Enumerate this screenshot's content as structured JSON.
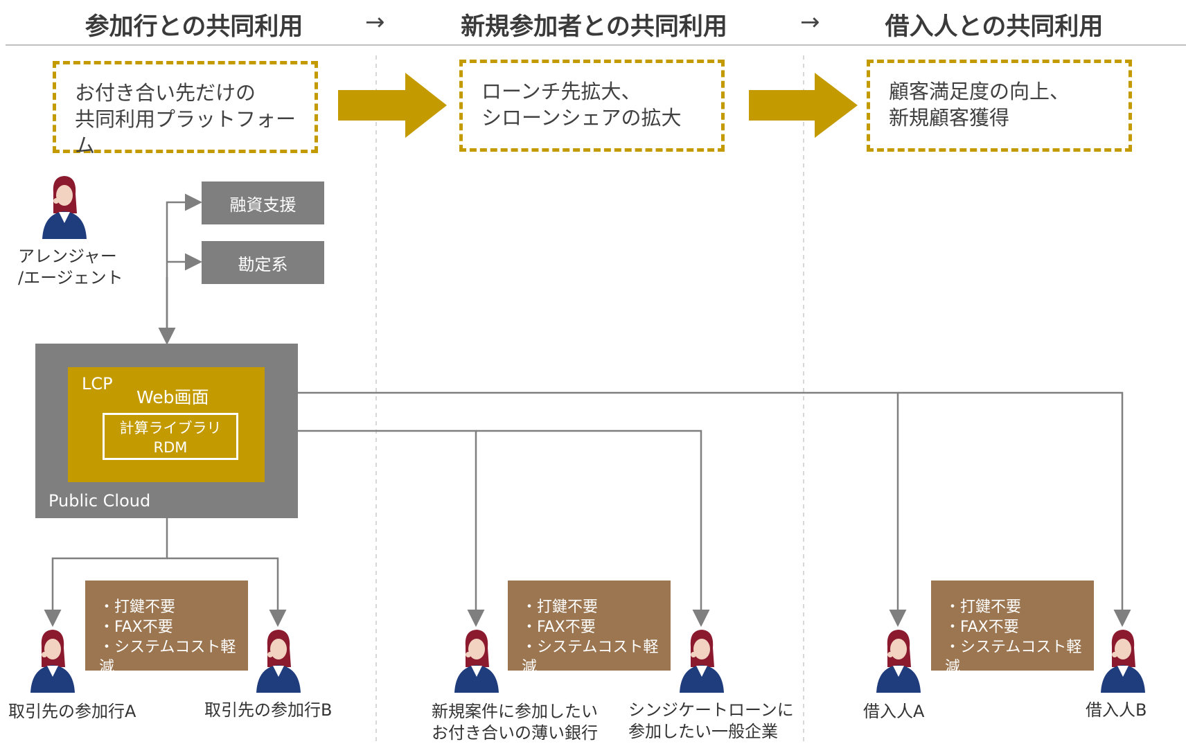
{
  "header": {
    "phase1": "参加行との共同利用",
    "phase2": "新規参加者との共同利用",
    "phase3": "借入人との共同利用",
    "arrow": "→"
  },
  "goals": {
    "goal1": "お付き合い先だけの\n共同利用プラットフォーム",
    "goal2": "ローンチ先拡大、\nシローンシェアの拡大",
    "goal3": "顧客満足度の向上、\n新規顧客獲得"
  },
  "arranger": {
    "label": "アレンジャー\n/エージェント"
  },
  "systems": {
    "financing": "融資支援",
    "accounting": "勘定系"
  },
  "cloud": {
    "cloud_label": "Public Cloud",
    "lcp_label": "LCP",
    "web_label": "Web画面",
    "library_label": "計算ライブラリ\nRDM"
  },
  "benefits": {
    "text": "・打鍵不要\n・FAX不要\n・システムコスト軽減"
  },
  "users": {
    "bank_a": "取引先の参加行A",
    "bank_b": "取引先の参加行B",
    "new_bank": "新規案件に参加したい\nお付き合いの薄い銀行",
    "company": "シンジケートローンに\n参加したい一般企業",
    "borrower_a": "借入人A",
    "borrower_b": "借入人B"
  },
  "colors": {
    "gold": "#c39b00",
    "gray": "#7f7f7f",
    "brown": "#9b7651",
    "navy": "#1f3c7c",
    "hair": "#8b1a2e"
  }
}
